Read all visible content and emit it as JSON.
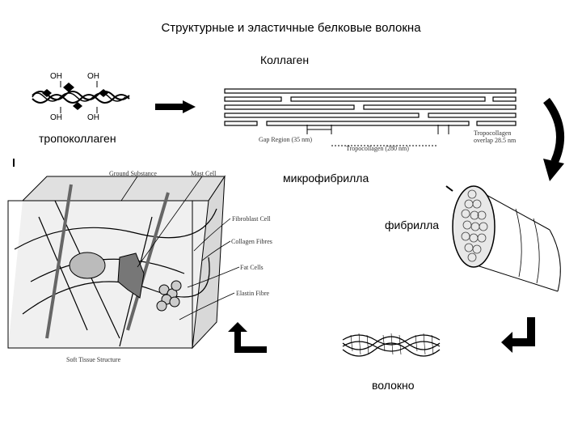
{
  "title": "Структурные и эластичные белковые волокна",
  "labels": {
    "collagen": "Коллаген",
    "tropocollagen": "тропоколлаген",
    "microfibril": "микрофибрилла",
    "fibril": "фибрилла",
    "fiber": "волокно"
  },
  "molecule": {
    "oh1": "OH",
    "oh2": "OH",
    "oh3": "OH",
    "oh4": "OH"
  },
  "collagen_diagram": {
    "gap_label": "Gap Region (35 nm)",
    "tropocollagen_length": "Tropocollagen (280 nm)",
    "overlap_label": "Tropocollagen overlap 28.5 nm"
  },
  "tissue_diagram": {
    "ground_substance": "Ground Substance",
    "mast_cell": "Mast Cell",
    "fibroblast_cell": "Fibroblast Cell",
    "collagen_fibres": "Collagen Fibres",
    "fat_cells": "Fat Cells",
    "elastin_fibre": "Elastin Fibre",
    "soft_tissue_structure": "Soft Tissue Structure"
  }
}
